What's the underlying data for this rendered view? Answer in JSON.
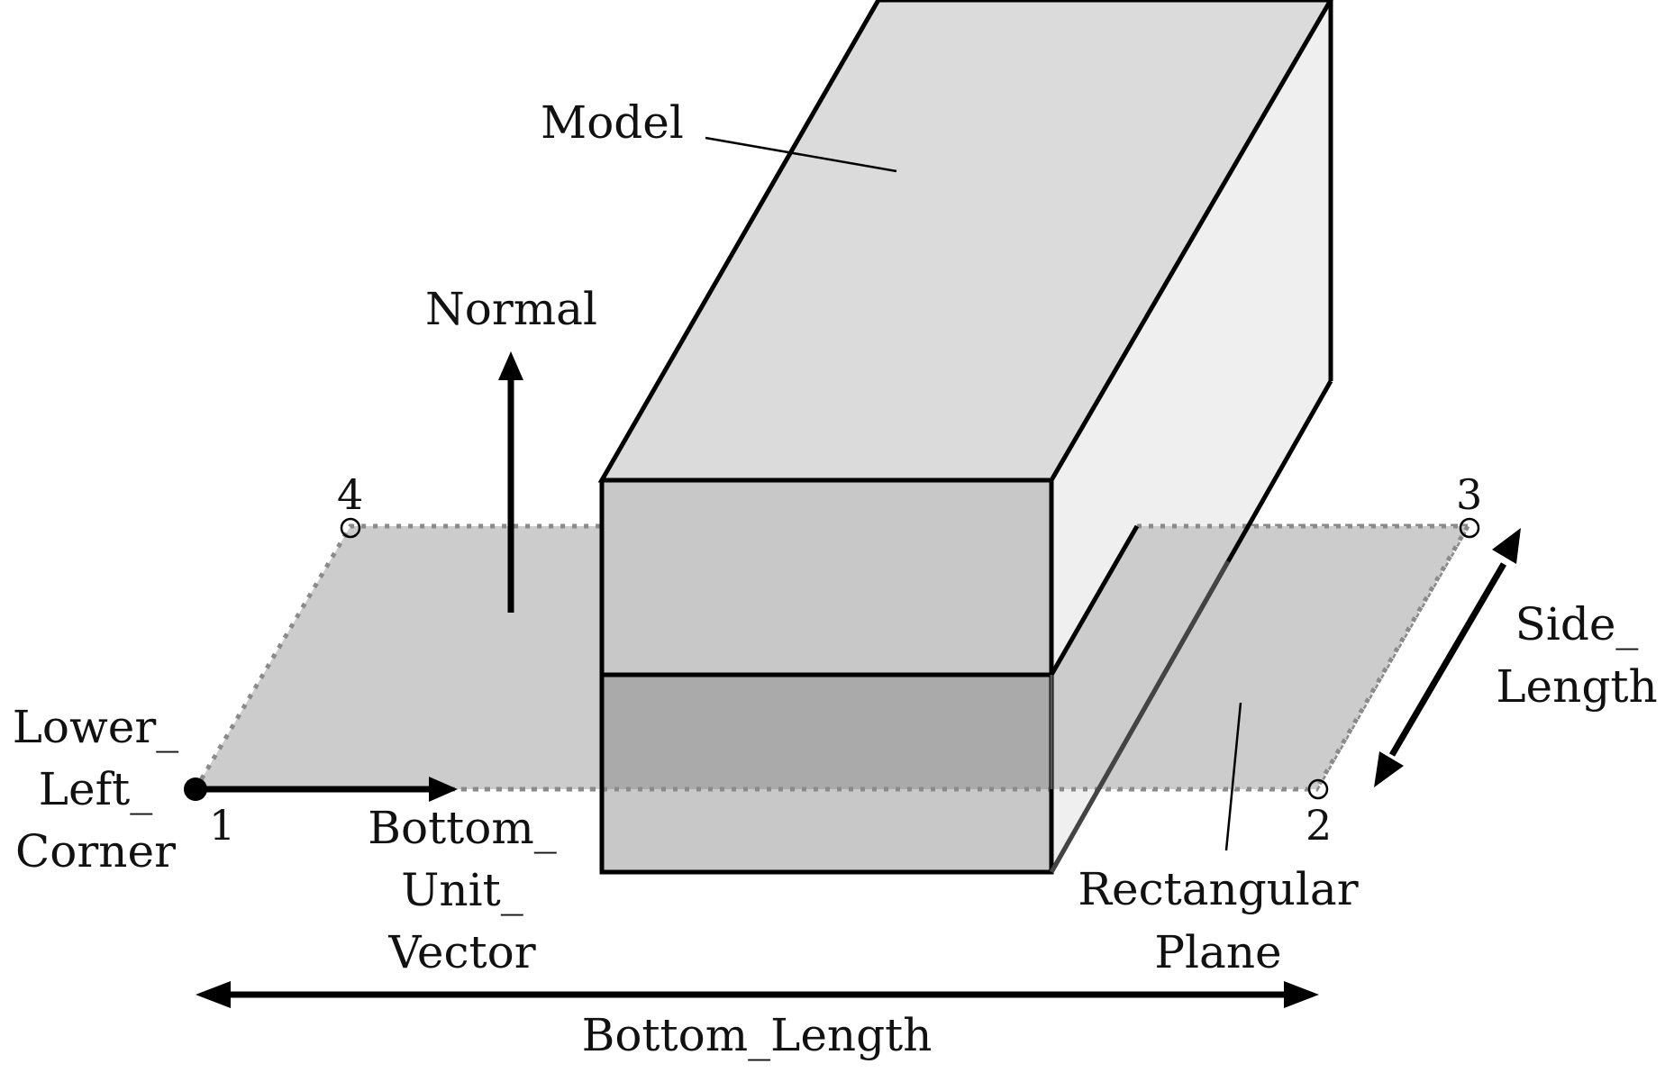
{
  "labels": {
    "model": "Model",
    "normal": "Normal",
    "lower_left_corner": [
      "Lower_",
      "Left_",
      "Corner"
    ],
    "bottom_unit_vector": [
      "Bottom_",
      "Unit_",
      "Vector"
    ],
    "side_length": [
      "Side_",
      "Length"
    ],
    "rectangular_plane": [
      "Rectangular",
      "Plane"
    ],
    "bottom_length": "Bottom_Length"
  },
  "corners": {
    "c1": "1",
    "c2": "2",
    "c3": "3",
    "c4": "4"
  },
  "colors": {
    "plane": "#cccccc",
    "plane_under_box": "#aaaaaa",
    "box_top": "#dbdbdb",
    "box_front": "#c8c8c8",
    "box_side": "#efefef",
    "edge": "#000000",
    "plane_border": "#8a8a8a"
  }
}
